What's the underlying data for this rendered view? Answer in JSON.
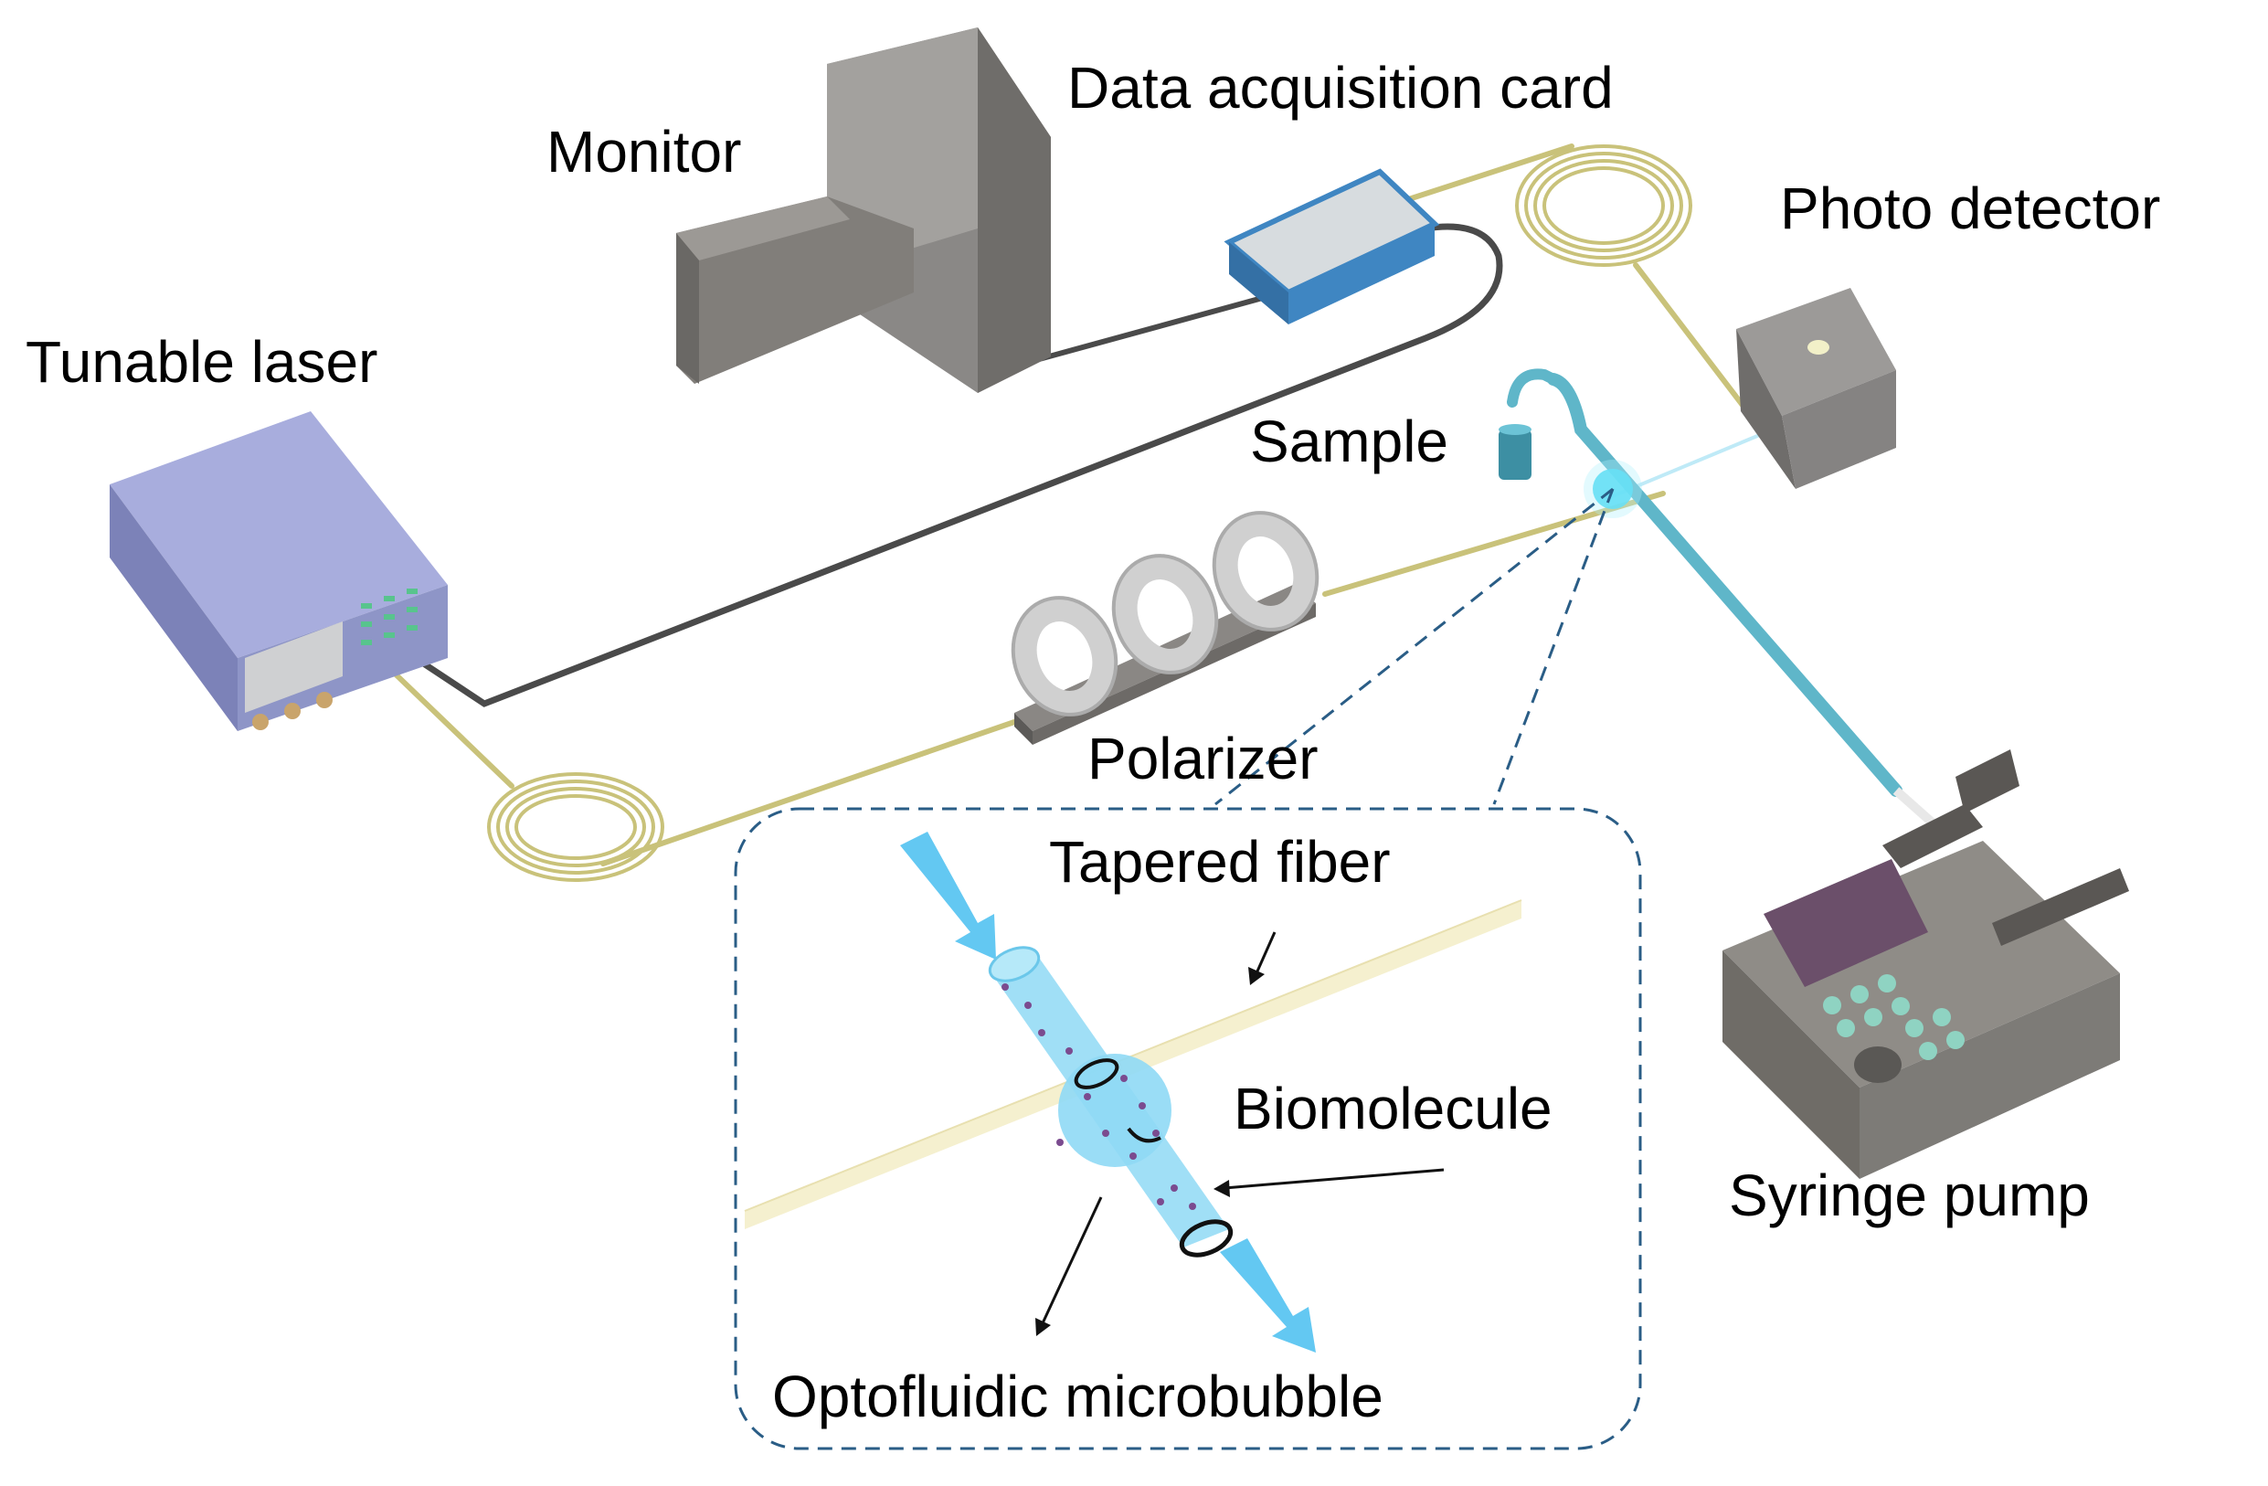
{
  "labels": {
    "monitor": "Monitor",
    "daq": "Data acquisition card",
    "photodetector": "Photo detector",
    "laser": "Tunable laser",
    "sample": "Sample",
    "polarizer": "Polarizer",
    "tapered_fiber": "Tapered fiber",
    "biomolecule": "Biomolecule",
    "syringe_pump": "Syringe pump",
    "microbubble": "Optofluidic microbubble"
  },
  "colors": {
    "fiber": "#c9c27a",
    "cable": "#4a4a4a",
    "laser_body": "#8e95c7",
    "laser_panel": "#cfd0d2",
    "daq_body": "#3f86c2",
    "daq_top": "#d7dcdf",
    "monitor_body": "#8a8886",
    "detector_body": "#858382",
    "pump_body": "#7d7b77",
    "pump_screen": "#6b4f6a",
    "pump_keys": "#8fd3c2",
    "polarizer_ring": "#d2d2d2",
    "tube": "#5fb6c9",
    "bubble": "#7fd6f2",
    "flow_arrow": "#63c8f2",
    "inset_border": "#2a5d86",
    "particle": "#7b4b8f"
  },
  "icons": [
    "monitor-icon",
    "daq-card-icon",
    "photodetector-icon",
    "tunable-laser-icon",
    "sample-vial-icon",
    "polarizer-icon",
    "syringe-pump-icon",
    "microbubble-icon"
  ]
}
